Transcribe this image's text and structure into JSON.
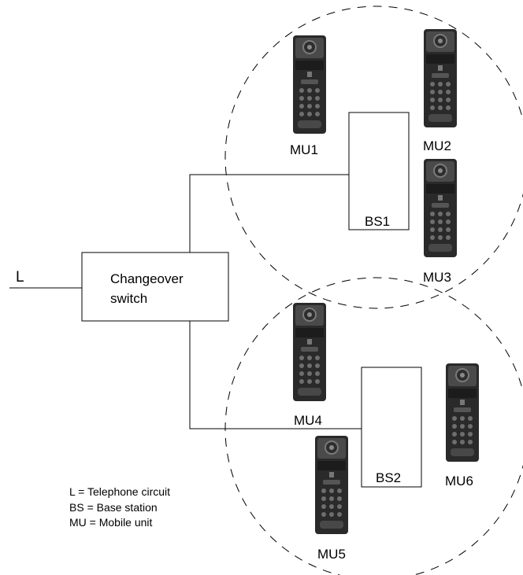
{
  "line_label": "L",
  "switch_label": [
    "Changeover",
    "switch"
  ],
  "base_stations": [
    "BS1",
    "BS2"
  ],
  "mobile_units": [
    "MU1",
    "MU2",
    "MU3",
    "MU4",
    "MU5",
    "MU6"
  ],
  "legend": [
    "L = Telephone circuit",
    "BS = Base station",
    "MU = Mobile unit"
  ],
  "colors": {
    "stroke": "#000000",
    "phone_body": "#2b2b2b",
    "phone_key": "#6a6a6a"
  },
  "icons": {
    "mobile_unit": "mobile-phone-icon"
  }
}
